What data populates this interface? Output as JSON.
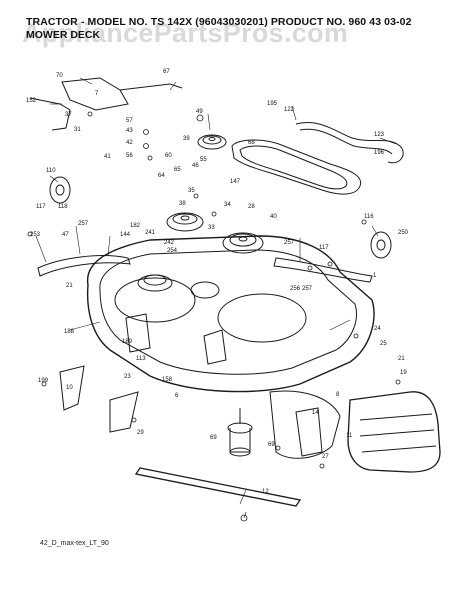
{
  "header": {
    "line1": "TRACTOR - MODEL NO. TS 142X (96043030201) PRODUCT NO. 960 43 03-02",
    "line2": "MOWER DECK"
  },
  "watermark": "AppliancePartsPros.com",
  "drawing_code": "42_D_max-tex_LT_90",
  "callouts": [
    "70",
    "67",
    "152",
    "7",
    "37",
    "31",
    "49",
    "195",
    "122",
    "57",
    "43",
    "42",
    "56",
    "60",
    "65",
    "55",
    "68",
    "39",
    "46",
    "123",
    "196",
    "110",
    "117",
    "118",
    "41",
    "64",
    "147",
    "35",
    "38",
    "28",
    "34",
    "33",
    "40",
    "116",
    "257",
    "253",
    "47",
    "182",
    "144",
    "241",
    "242",
    "254",
    "257",
    "117",
    "250",
    "21",
    "256",
    "257",
    "1",
    "188",
    "189",
    "113",
    "23",
    "24",
    "25",
    "21",
    "19",
    "199",
    "158",
    "6",
    "10",
    "29",
    "8",
    "14",
    "69",
    "69",
    "27",
    "11",
    "12"
  ],
  "colors": {
    "ink": "#1a1a1a",
    "paper": "#ffffff"
  }
}
